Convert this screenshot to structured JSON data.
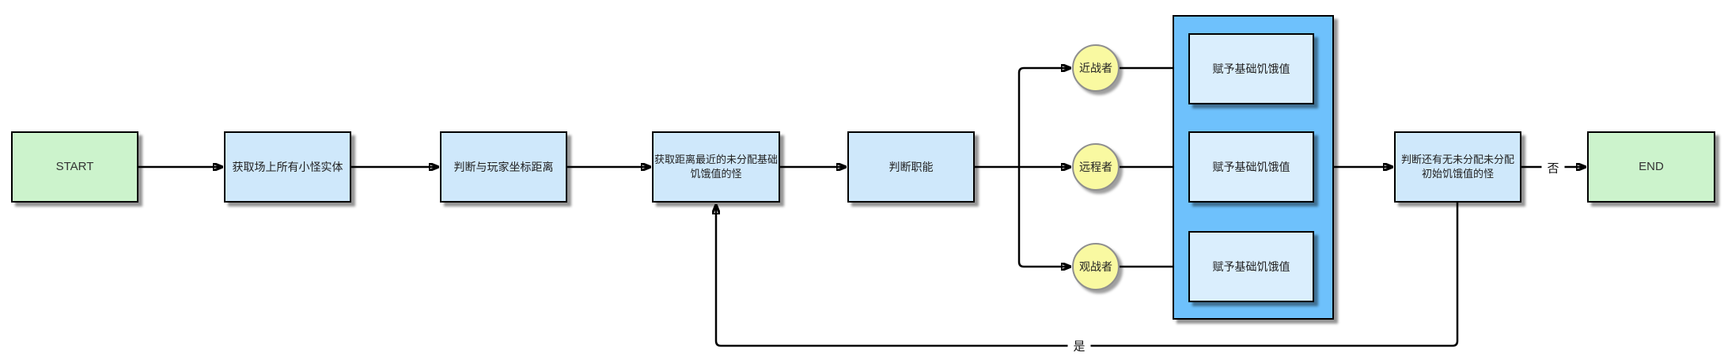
{
  "diagram": {
    "nodes": {
      "start": {
        "label": "START"
      },
      "get_all_monsters": {
        "label": "获取场上所有小怪实体"
      },
      "judge_distance": {
        "label": "判断与玩家坐标距离"
      },
      "get_nearest": {
        "label": "获取距离最近的未分配基础饥饿值的怪"
      },
      "judge_role": {
        "label": "判断职能"
      },
      "melee": {
        "label": "近战者"
      },
      "ranged": {
        "label": "远程者"
      },
      "spectator": {
        "label": "观战者"
      },
      "assign_melee": {
        "label": "赋予基础饥饿值"
      },
      "assign_ranged": {
        "label": "赋予基础饥饿值"
      },
      "assign_spectator": {
        "label": "赋予基础饥饿值"
      },
      "check_remaining": {
        "label": "判断还有无未分配未分配初始饥饿值的怪"
      },
      "end": {
        "label": "END"
      }
    },
    "edge_labels": {
      "yes": "是",
      "no": "否"
    },
    "colors": {
      "terminal_fill": "#ccf3cc",
      "process_fill": "#cfe8fb",
      "group_fill": "#6ec1fc",
      "subprocess_fill": "#daeefd",
      "role_fill": "#f9f9a1",
      "role_border": "#8f8f8f",
      "node_border": "#000000",
      "connector": "#000000"
    }
  }
}
